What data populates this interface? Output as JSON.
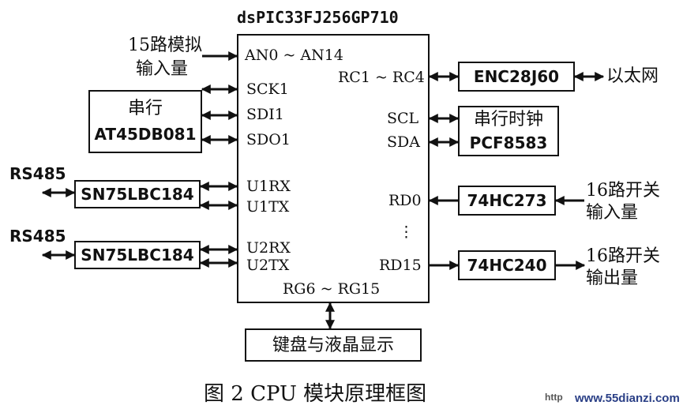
{
  "mcu": {
    "title": "dsPIC33FJ256GP710",
    "pins": {
      "an": "AN0 ~ AN14",
      "rc": "RC1 ~ RC4",
      "sck1": "SCK1",
      "sdi1": "SDI1",
      "sdo1": "SDO1",
      "scl": "SCL",
      "sda": "SDA",
      "u1rx": "U1RX",
      "u1tx": "U1TX",
      "rd0": "RD0",
      "dots": "⋮",
      "u2rx": "U2RX",
      "u2tx": "U2TX",
      "rd15": "RD15",
      "rg": "RG6 ~ RG15"
    }
  },
  "analog_input": {
    "line1": "15路模拟",
    "line2": "输入量"
  },
  "flash": {
    "line1": "串行",
    "line2": "AT45DB081"
  },
  "rs485_1": {
    "label": "RS485",
    "chip": "SN75LBC184"
  },
  "rs485_2": {
    "label": "RS485",
    "chip": "SN75LBC184"
  },
  "ethernet": {
    "chip": "ENC28J60",
    "label": "以太网"
  },
  "rtc": {
    "line1": "串行时钟",
    "line2": "PCF8583"
  },
  "switch_in": {
    "chip": "74HC273",
    "line1": "16路开关",
    "line2": "输入量"
  },
  "switch_out": {
    "chip": "74HC240",
    "line1": "16路开关",
    "line2": "输出量"
  },
  "keyboard": {
    "label": "键盘与液晶显示"
  },
  "caption": "图 2  CPU 模块原理框图",
  "watermark": {
    "left": "http",
    "right": "www.55dianzi.com"
  }
}
